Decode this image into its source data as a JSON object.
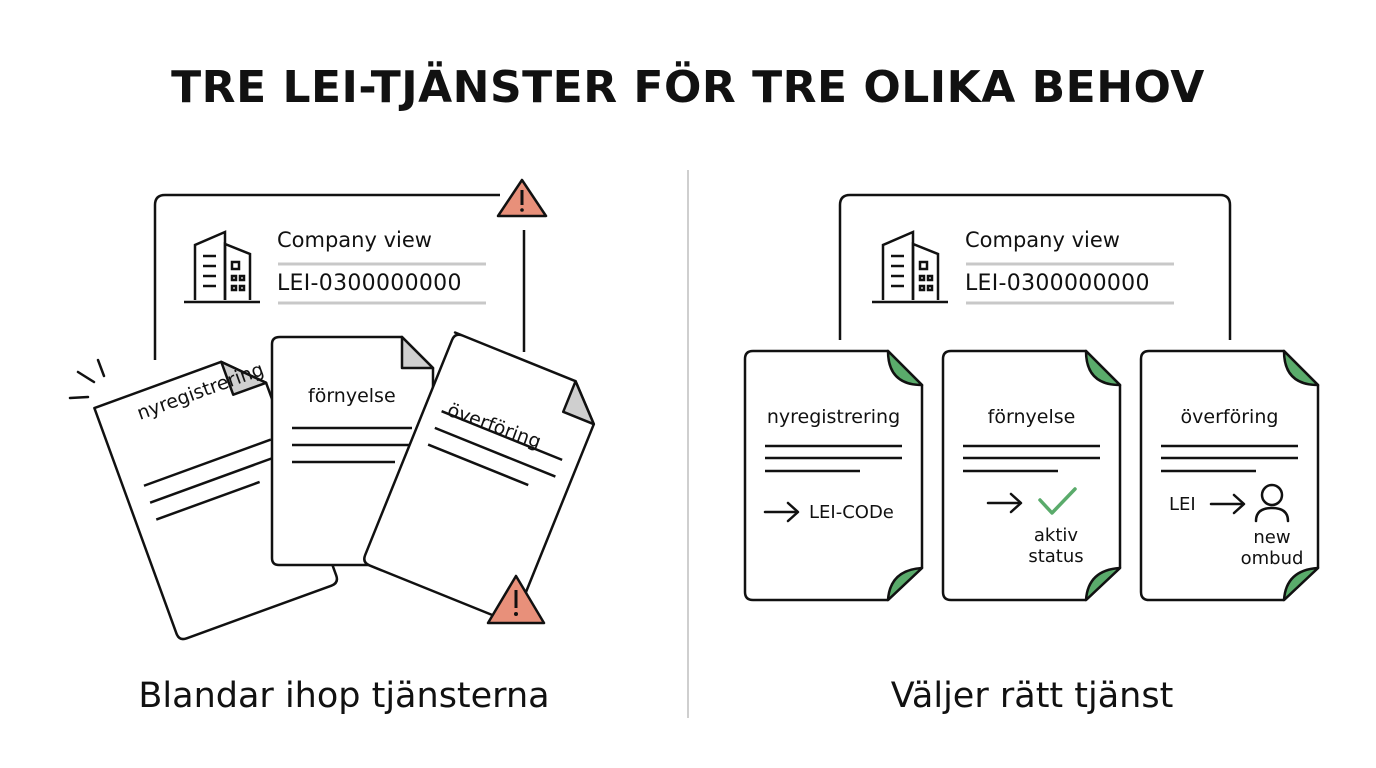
{
  "title": "TRE LEI-TJÄNSTER FÖR TRE OLIKA BEHOV",
  "left_panel": {
    "caption": "Blandar ihop tjänsterna",
    "company_view_label": "Company view",
    "company_code": "LEI-0300000000",
    "documents": [
      {
        "label": "nyregistrering"
      },
      {
        "label": "förnyelse"
      },
      {
        "label": "överföring"
      }
    ]
  },
  "right_panel": {
    "caption": "Väljer rätt tjänst",
    "company_view_label": "Company view",
    "company_code": "LEI-0300000000",
    "documents": [
      {
        "label": "nyregistrering",
        "result": "LEI-CODe"
      },
      {
        "label": "förnyelse",
        "result_line1": "aktiv",
        "result_line2": "status"
      },
      {
        "label": "överföring",
        "prefix": "LEI",
        "result_line1": "new",
        "result_line2": "ombud"
      }
    ]
  },
  "colors": {
    "warning": "#e8907a",
    "accent_green": "#5aab6b",
    "fold_gray": "#cfcfcf",
    "line": "#111111"
  },
  "icons": [
    "building-icon",
    "warning-icon",
    "arrow-right-icon",
    "checkmark-icon",
    "person-icon"
  ]
}
